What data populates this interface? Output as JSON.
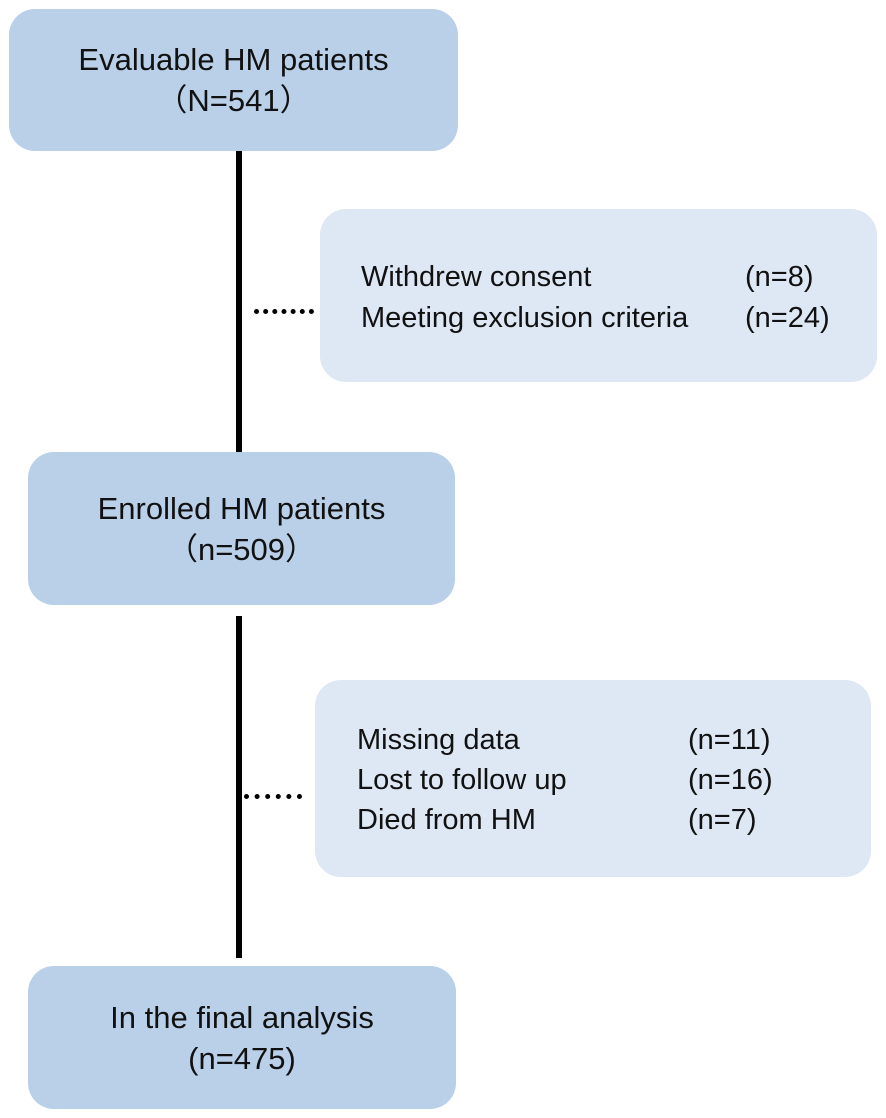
{
  "flowchart": {
    "boxes": [
      {
        "title": "Evaluable HM patients",
        "count": "（N=541）"
      },
      {
        "title": "Enrolled HM patients",
        "count": "（n=509）"
      },
      {
        "title": "In the final analysis",
        "count": "(n=475)"
      }
    ],
    "exclusions": [
      {
        "items": [
          {
            "label": "Withdrew consent",
            "count": "(n=8)"
          },
          {
            "label": "Meeting exclusion criteria",
            "count": "(n=24)"
          }
        ]
      },
      {
        "items": [
          {
            "label": "Missing data",
            "count": "(n=11)"
          },
          {
            "label": "Lost to follow up",
            "count": "(n=16)"
          },
          {
            "label": "Died from HM",
            "count": "(n=7)"
          }
        ]
      }
    ]
  },
  "colors": {
    "main_box": "#b9d0e8",
    "side_box": "#dde8f4",
    "connector": "#000000"
  }
}
